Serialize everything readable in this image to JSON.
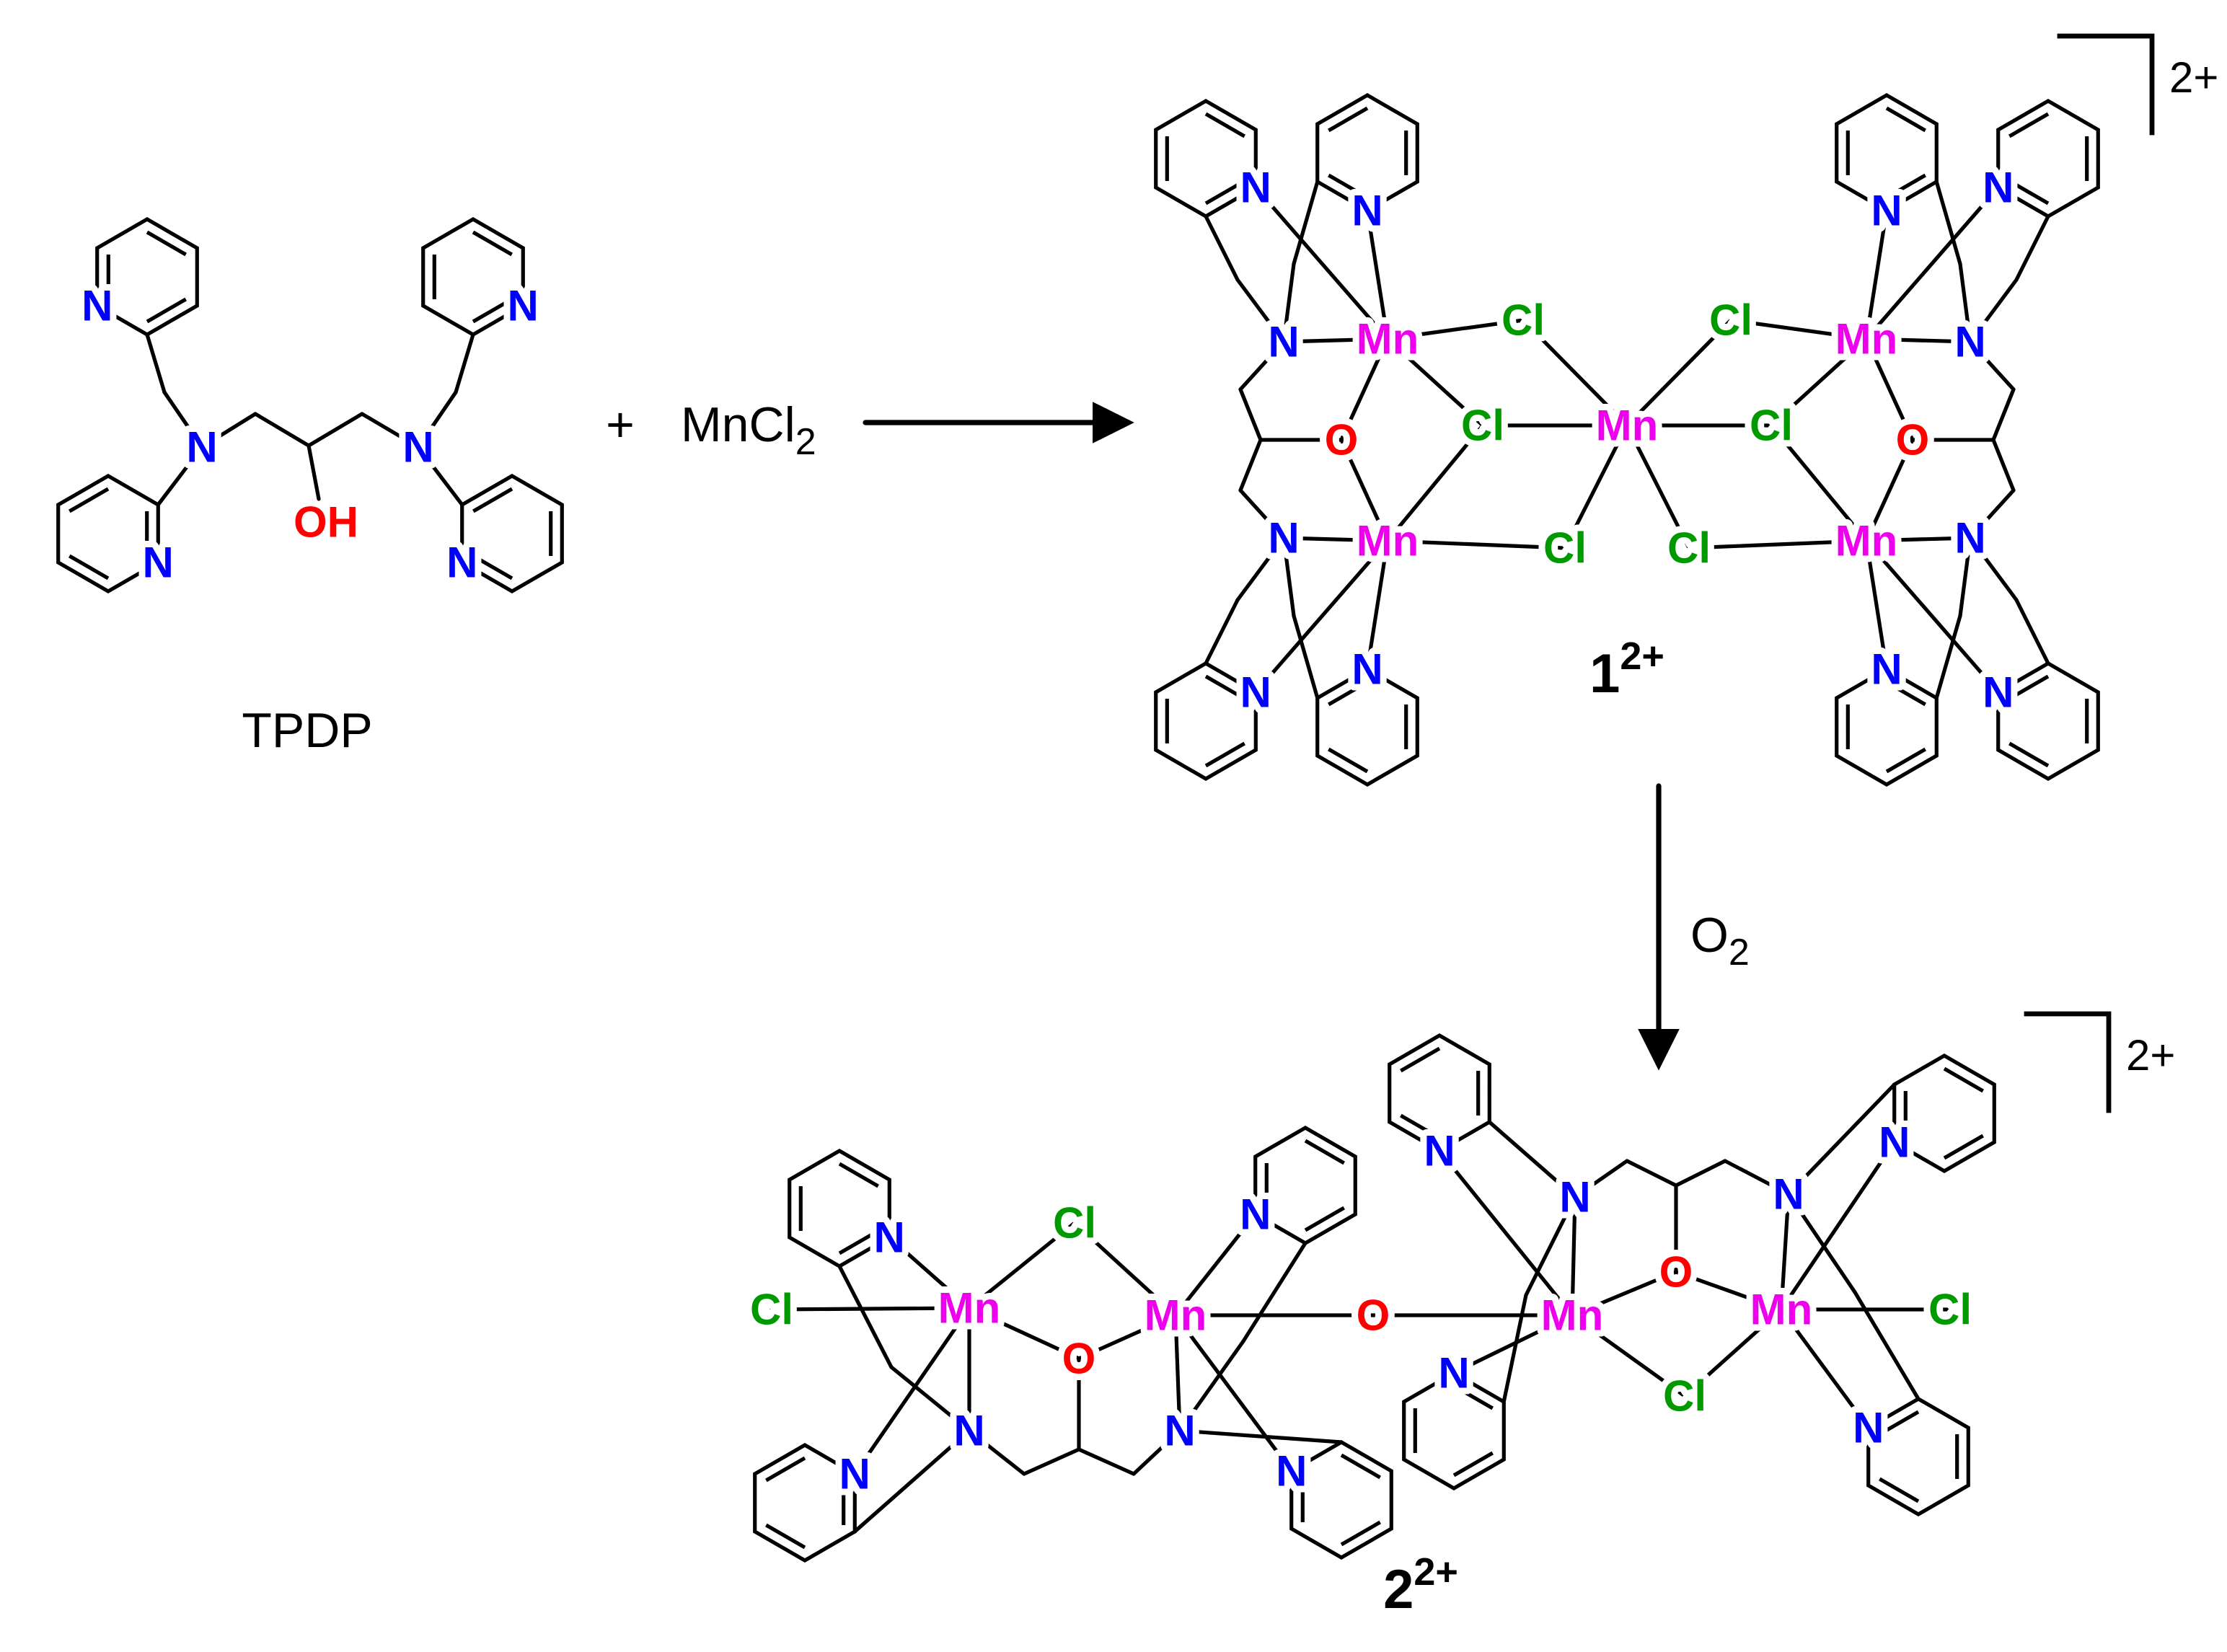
{
  "colors": {
    "nitrogen": "#0000FF",
    "oxygen": "#FF0000",
    "chlorine": "#009900",
    "manganese": "#EE00EE",
    "bond": "#000000",
    "background": "#FFFFFF"
  },
  "atoms": {
    "nitrogen": "N",
    "oxygen": "O",
    "hydroxyl": "OH",
    "chlorine": "Cl",
    "manganese": "Mn"
  },
  "ligand_label": "TPDP",
  "reaction": {
    "plus": "+",
    "reagent_base": "MnCl",
    "reagent_sub": "2",
    "oxidant_base": "O",
    "oxidant_sub": "2"
  },
  "complex1": {
    "number": "1",
    "charge": "2+",
    "bracket_charge": "2+"
  },
  "complex2": {
    "number": "2",
    "charge": "2+",
    "bracket_charge": "2+"
  }
}
